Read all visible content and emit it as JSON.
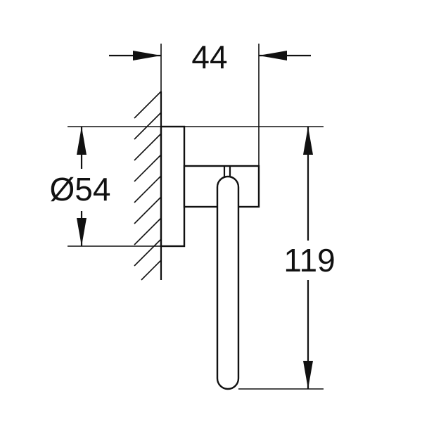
{
  "drawing": {
    "dimensions": {
      "width": "44",
      "diameter": "Ø54",
      "height": "119"
    }
  }
}
